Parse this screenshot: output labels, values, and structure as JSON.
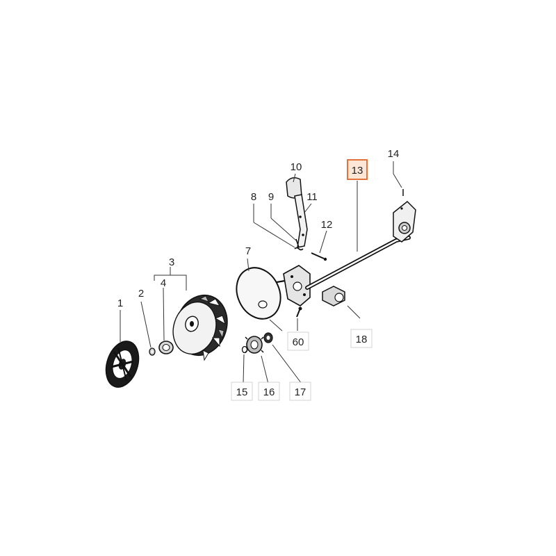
{
  "diagram": {
    "highlighted_part": "13",
    "highlight_color": "#e2733a",
    "callouts": [
      {
        "id": "c1",
        "text": "1"
      },
      {
        "id": "c2",
        "text": "2"
      },
      {
        "id": "c3",
        "text": "3"
      },
      {
        "id": "c4",
        "text": "4"
      },
      {
        "id": "c7",
        "text": "7"
      },
      {
        "id": "c8",
        "text": "8"
      },
      {
        "id": "c9",
        "text": "9"
      },
      {
        "id": "c10",
        "text": "10"
      },
      {
        "id": "c11",
        "text": "11"
      },
      {
        "id": "c12",
        "text": "12"
      },
      {
        "id": "c13",
        "text": "13"
      },
      {
        "id": "c14",
        "text": "14"
      },
      {
        "id": "c15",
        "text": "15"
      },
      {
        "id": "c16",
        "text": "16"
      },
      {
        "id": "c17",
        "text": "17"
      },
      {
        "id": "c18",
        "text": "18"
      },
      {
        "id": "c60",
        "text": "60"
      }
    ]
  }
}
